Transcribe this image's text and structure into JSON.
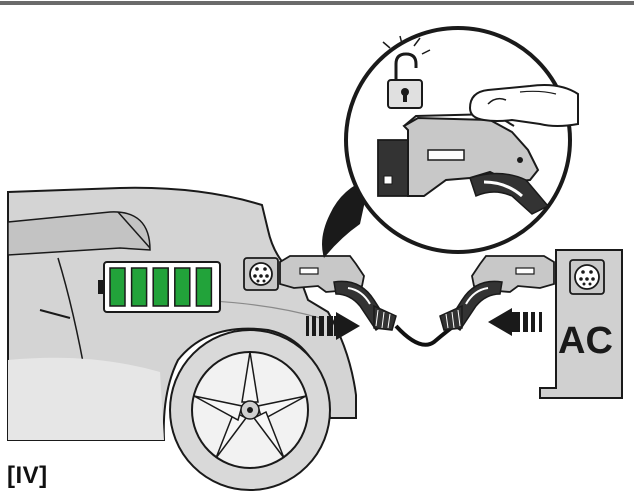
{
  "figure": {
    "step_label": "[IV]",
    "station_label": "AC"
  },
  "battery": {
    "cells_filled": 5,
    "cells_total": 5,
    "color": "#22a33a"
  },
  "colors": {
    "car_body": "#d4d4d4",
    "car_shadow": "#bdbdbd",
    "outline": "#1a1a1a",
    "station": "#d0d0d0",
    "connector": "#c8c8c8",
    "connector_dark": "#333333",
    "cable": "#111111"
  },
  "icons": {
    "unlock": "padlock-open-icon",
    "finger": "pressing-finger-icon",
    "arrow_left": "direction-arrow-icon",
    "arrow_right": "direction-arrow-icon"
  }
}
